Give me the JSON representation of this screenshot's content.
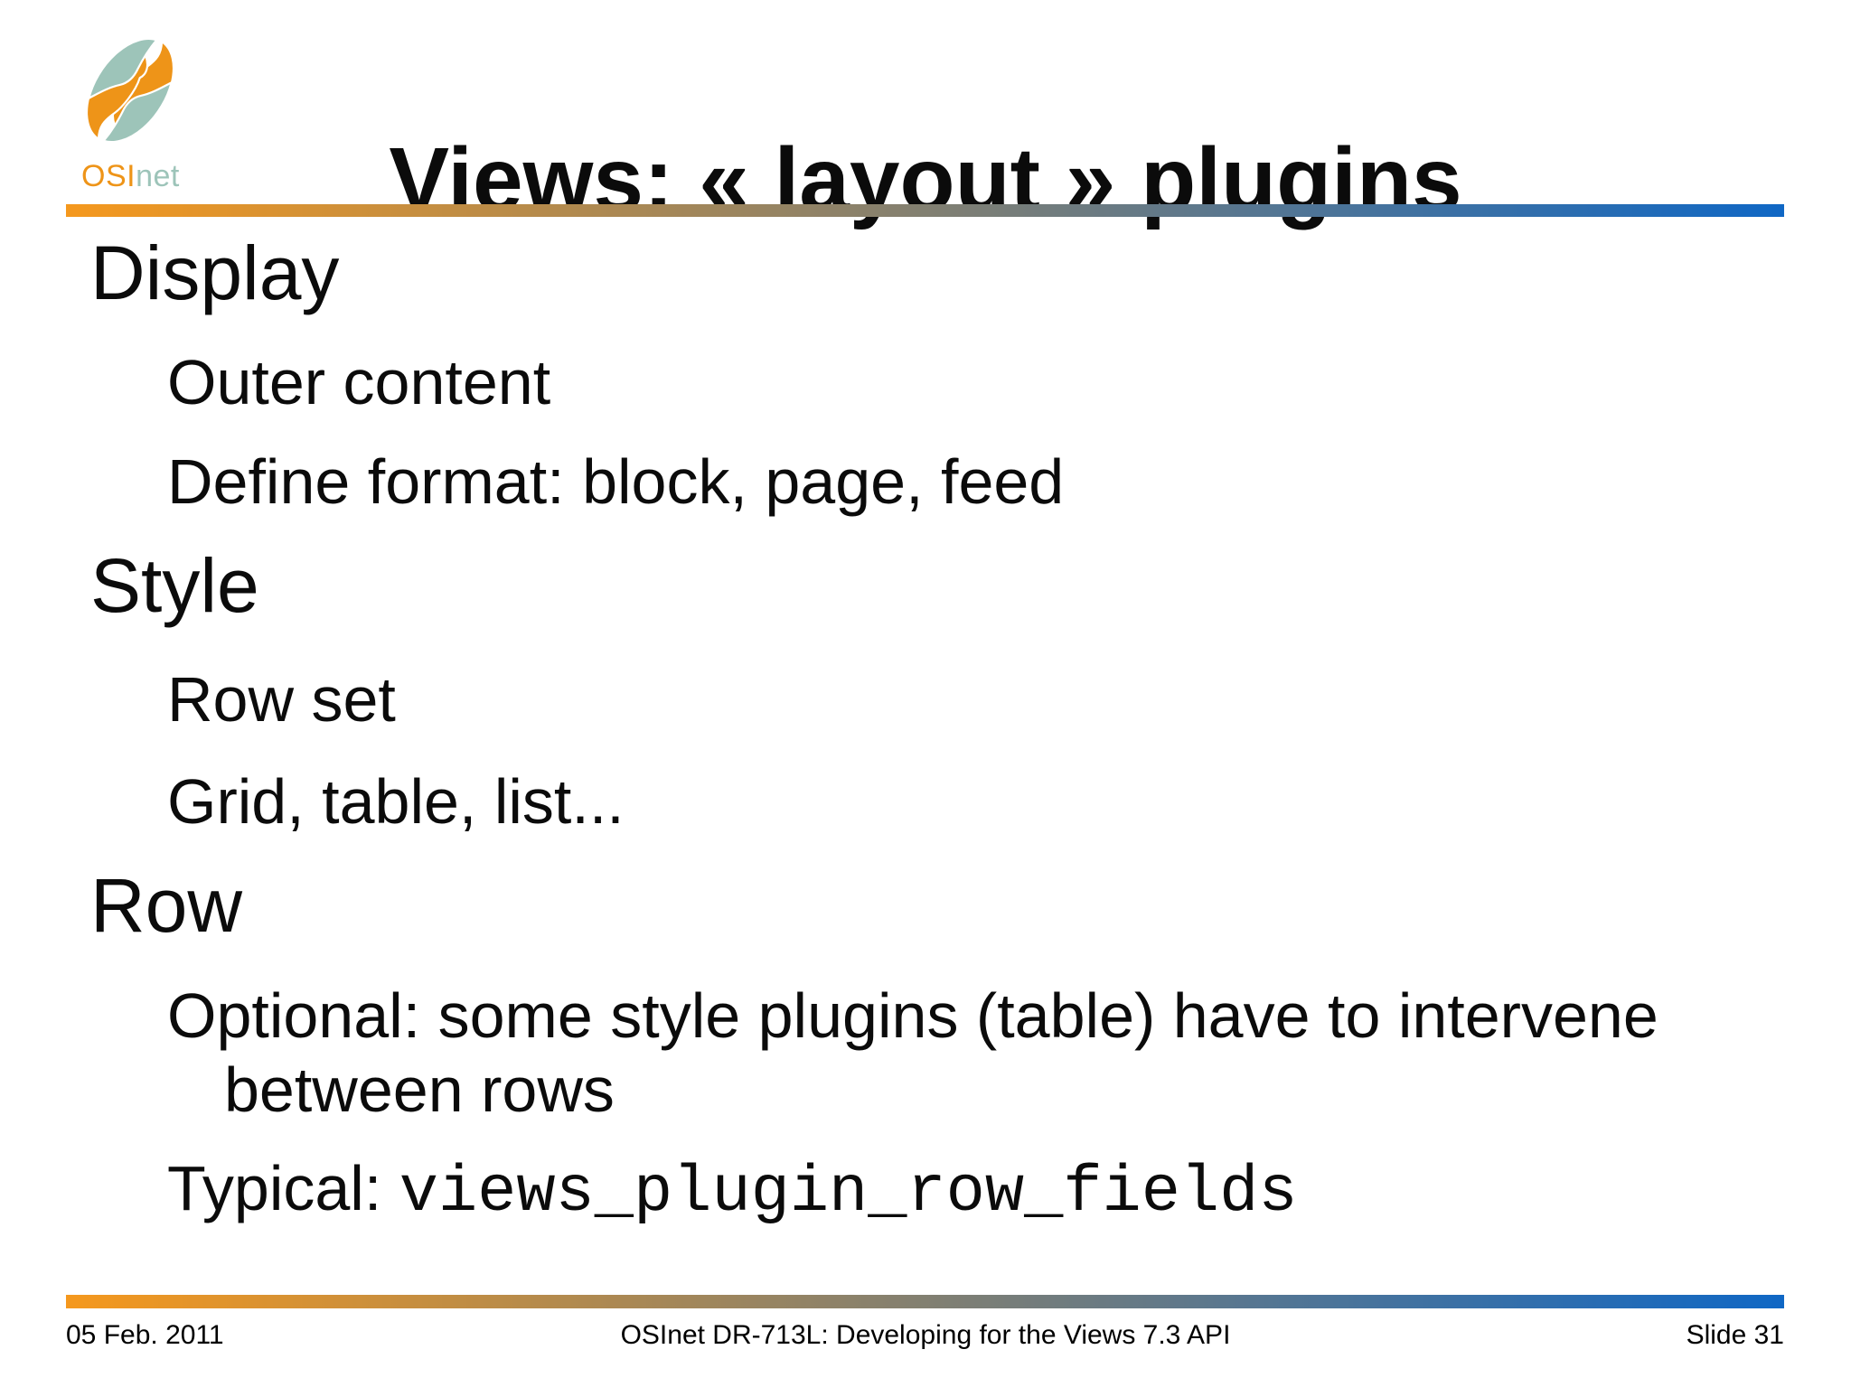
{
  "theme": {
    "accent_orange": "#F5981D",
    "accent_blue": "#0F67C5",
    "logo_orange": "#EE9418",
    "logo_teal": "#9DC4B9",
    "text": "#0b0b0b"
  },
  "logo": {
    "brand_primary": "OSI",
    "brand_suffix": "net"
  },
  "header": {
    "title": "Views: « layout » plugins"
  },
  "outline": [
    {
      "level": 1,
      "text": "Display"
    },
    {
      "level": 2,
      "text": "Outer content"
    },
    {
      "level": 2,
      "text": "Define format: block, page, feed"
    },
    {
      "level": 1,
      "text": "Style"
    },
    {
      "level": 2,
      "text": "Row set"
    },
    {
      "level": 2,
      "text": "Grid, table, list..."
    },
    {
      "level": 1,
      "text": "Row"
    },
    {
      "level": 2,
      "text": "Optional: some style plugins (table) have to intervene between rows"
    },
    {
      "level": 2,
      "label": "Typical: ",
      "code": "views_plugin_row_fields"
    }
  ],
  "footer": {
    "date": "05 Feb. 2011",
    "course": "OSInet DR-713L: Developing for the Views 7.3 API",
    "slide": "Slide 31"
  }
}
